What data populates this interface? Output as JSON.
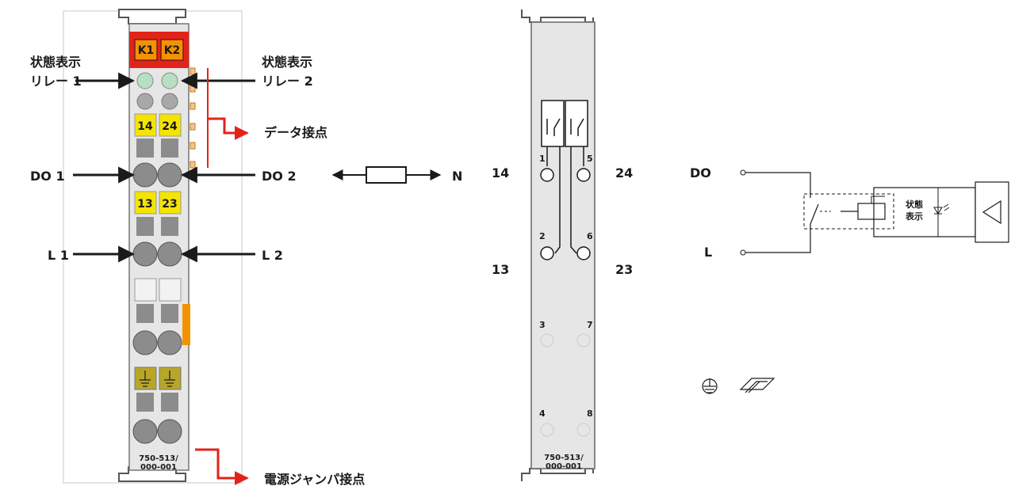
{
  "left_module": {
    "relay_keys": [
      "K1",
      "K2"
    ],
    "status_relay1": [
      "状態表示",
      "リレー 1"
    ],
    "status_relay2": [
      "状態表示",
      "リレー 2"
    ],
    "data_contacts": "データ接点",
    "do1": "DO 1",
    "do2": "DO 2",
    "l1": "L 1",
    "l2": "L 2",
    "tag_top": [
      "14",
      "24"
    ],
    "tag_mid": [
      "13",
      "23"
    ],
    "part_number": [
      "750-513/",
      "000-001"
    ],
    "power_jumper": "電源ジャンパ接点",
    "load_label": "N"
  },
  "middle_module": {
    "left_labels": [
      "14",
      "13"
    ],
    "right_labels": [
      "24",
      "23"
    ],
    "pins": [
      "1",
      "5",
      "2",
      "6",
      "3",
      "7",
      "4",
      "8"
    ],
    "part_number": [
      "750-513/",
      "000-001"
    ]
  },
  "schematic": {
    "do_label": "DO",
    "l_label": "L",
    "status_box": [
      "状態",
      "表示"
    ]
  },
  "colors": {
    "red": "#e2231a",
    "yellow": "#f5e400",
    "orange": "#f39200",
    "ground_olive": "#b8a62a",
    "module_body": "#e6e6e6",
    "terminal_gray": "#8c8c8c"
  }
}
